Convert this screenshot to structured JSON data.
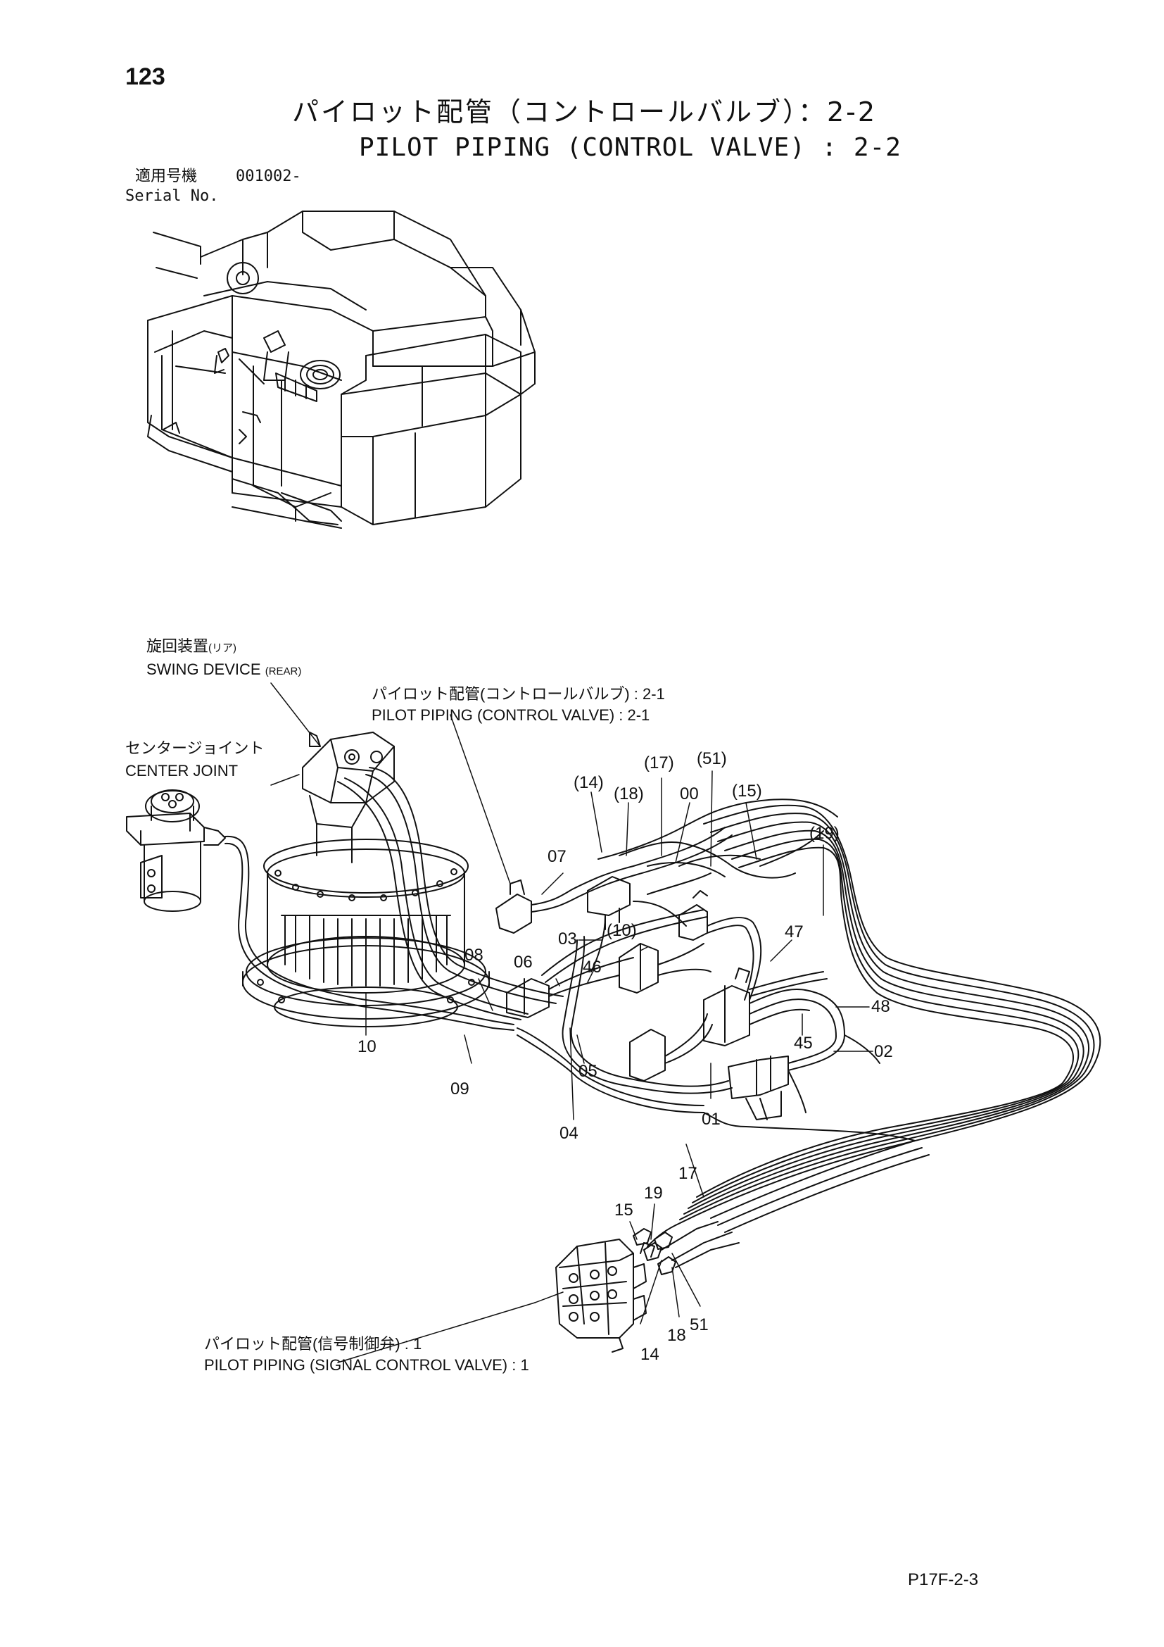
{
  "header": {
    "page_number": "123",
    "title_jp": "パイロット配管（コントロールバルブ）：2-2",
    "title_en": "PILOT PIPING (CONTROL VALVE) : 2-2",
    "serial_label_jp": "適用号機",
    "serial_value": "001002-",
    "serial_label_en": "Serial No."
  },
  "callouts": {
    "swing_device_jp": "旋回装置",
    "swing_device_jp_sub": "(リア)",
    "swing_device_en": "SWING DEVICE",
    "swing_device_en_sub": "(REAR)",
    "pilot_cv21_jp": "パイロット配管(コントロールバルブ) : 2-1",
    "pilot_cv21_en": "PILOT PIPING (CONTROL VALVE) : 2-1",
    "center_joint_jp": "センタージョイント",
    "center_joint_en": "CENTER JOINT",
    "pilot_scv_jp": "パイロット配管(信号制御弁) : 1",
    "pilot_scv_en": "PILOT PIPING (SIGNAL CONTROL VALVE) : 1"
  },
  "part_numbers": {
    "p14b": "(14)",
    "p18b": "(18)",
    "p17b": "(17)",
    "p00": "00",
    "p51b": "(51)",
    "p15b": "(15)",
    "p19b": "(19)",
    "p07": "07",
    "p03": "03",
    "p10b": "(10)",
    "p47": "47",
    "p08": "08",
    "p06": "06",
    "p46": "46",
    "p48": "48",
    "p45": "45",
    "p02": "02",
    "p10": "10",
    "p09": "09",
    "p05": "05",
    "p04": "04",
    "p01": "01",
    "p17": "17",
    "p19": "19",
    "p15": "15",
    "p14": "14",
    "p18": "18",
    "p51": "51"
  },
  "footer": {
    "page_code": "P17F-2-3"
  }
}
